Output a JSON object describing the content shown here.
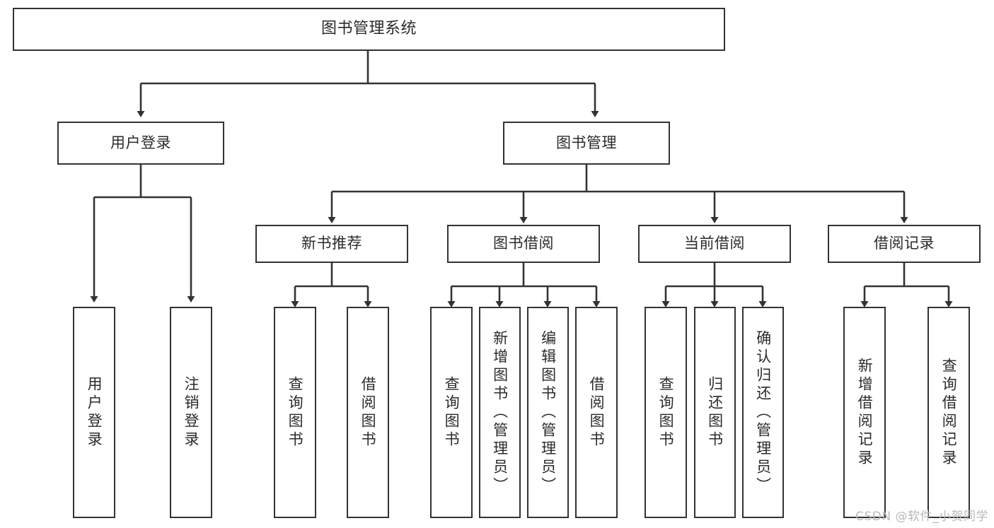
{
  "diagram": {
    "title": "图书管理系统",
    "type": "functional-structure-tree",
    "colors": {
      "box_border": "#333333",
      "box_fill": "#ffffff",
      "text": "#2b2b2b",
      "edge": "#333333",
      "watermark": "#b9b9b9",
      "background": "#ffffff"
    }
  },
  "root": {
    "label": "图书管理系统"
  },
  "level2": [
    {
      "label": "用户登录"
    },
    {
      "label": "图书管理"
    }
  ],
  "level3": [
    {
      "label": "新书推荐"
    },
    {
      "label": "图书借阅"
    },
    {
      "label": "当前借阅"
    },
    {
      "label": "借阅记录"
    }
  ],
  "leaves": {
    "user_login": [
      {
        "label": "用户登录"
      },
      {
        "label": "注销登录"
      }
    ],
    "new_book": [
      {
        "label": "查询图书"
      },
      {
        "label": "借阅图书"
      }
    ],
    "book_borrow": [
      {
        "label": "查询图书"
      },
      {
        "label": "新增图书（管理员）"
      },
      {
        "label": "编辑图书（管理员）"
      },
      {
        "label": "借阅图书"
      }
    ],
    "current_borrow": [
      {
        "label": "查询图书"
      },
      {
        "label": "归还图书"
      },
      {
        "label": "确认归还（管理员）"
      }
    ],
    "borrow_record": [
      {
        "label": "新增借阅记录"
      },
      {
        "label": "查询借阅记录"
      }
    ]
  },
  "watermark": {
    "text": "CSDN @软件_小贺同学"
  }
}
